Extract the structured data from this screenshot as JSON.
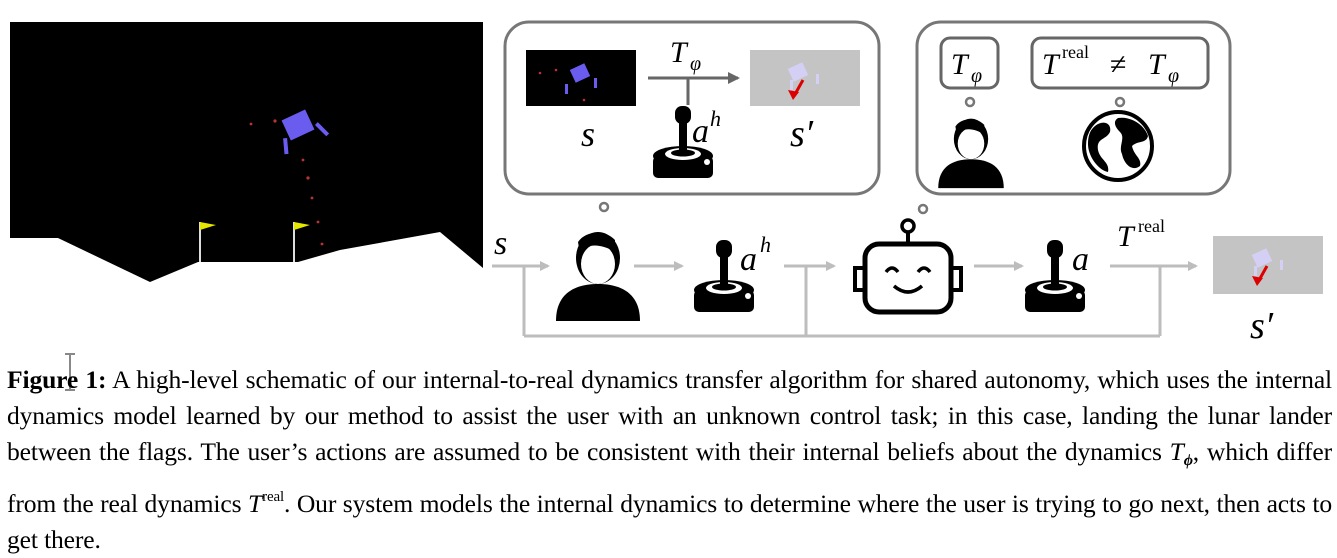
{
  "figure": {
    "game_panel": {
      "description": "lunar lander game frame"
    },
    "internal_box": {
      "state_label": "s",
      "transition_label_base": "T",
      "transition_label_sub": "φ",
      "action_label_base": "a",
      "action_label_sup": "h",
      "next_state_label": "s′"
    },
    "belief_box": {
      "user_model_base": "T",
      "user_model_sub": "φ",
      "real_base": "T",
      "real_sup": "real",
      "neq": "≠",
      "real_rhs_base": "T",
      "real_rhs_sub": "φ"
    },
    "pipeline": {
      "input_label": "s",
      "user_action_base": "a",
      "user_action_sup": "h",
      "assist_action": "a",
      "real_base": "T",
      "real_sup": "real",
      "output_label": "s′"
    },
    "colors": {
      "box_stroke": "#777777",
      "arrow": "#bdbdbd",
      "lander": "#6b5cf0",
      "arrow_red": "#dd0000",
      "flag": "#e6e600"
    }
  },
  "caption": {
    "label": "Figure 1:",
    "text_1": " A high-level schematic of our internal-to-real dynamics transfer algorithm for shared autonomy, which uses the internal dynamics model learned by our method to assist the user with an unknown control task; in this case, landing the lunar lander between the flags. The user’s actions are assumed to be consistent with their internal beliefs about the dynamics ",
    "t1_base": "T",
    "t1_sub": "ϕ",
    "text_2": ", which differ from the real dynamics ",
    "t2_base": "T",
    "t2_sup": "real",
    "text_3": ". Our system models the internal dynamics to determine where the user is trying to go next, then acts to get there."
  }
}
